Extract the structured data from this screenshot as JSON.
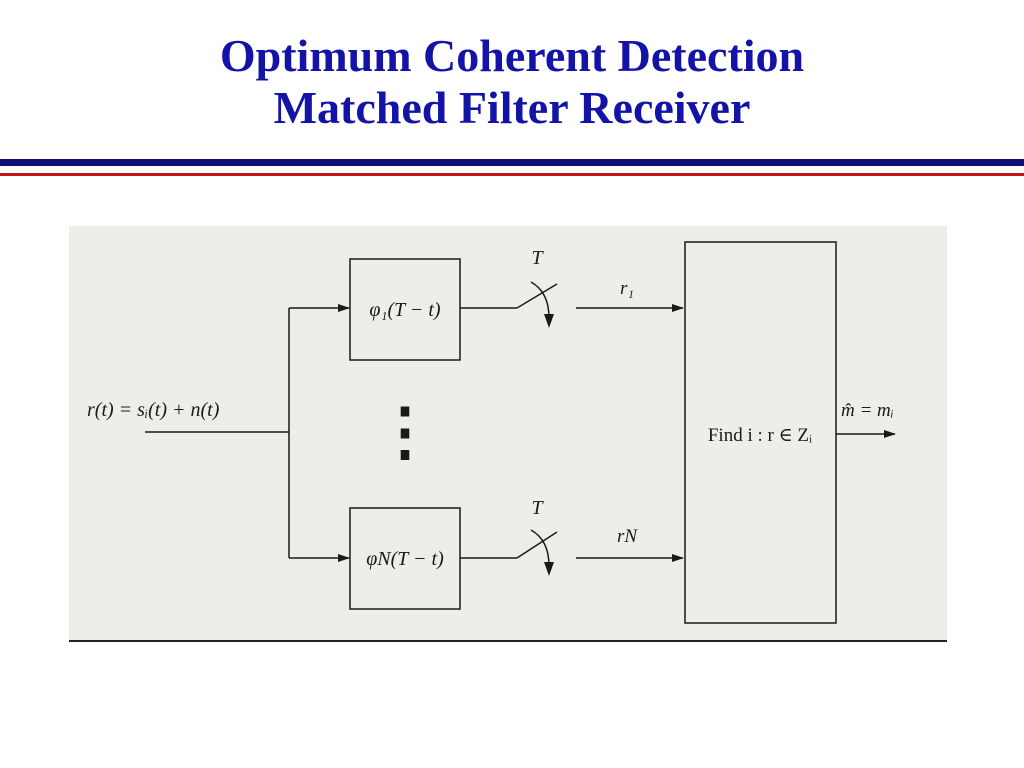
{
  "slide": {
    "title_line1": "Optimum Coherent Detection",
    "title_line2": "Matched Filter Receiver",
    "accent_color": "#1313a8",
    "rule_colors": [
      "#0f0f78",
      "#c01818"
    ]
  },
  "diagram": {
    "input_label": "r(t) = sᵢ(t) + n(t)",
    "filter_top_label": "φ₁(T − t)",
    "filter_bottom_label": "φN(T − t)",
    "sampler_top_label": "T",
    "sampler_bottom_label": "T",
    "output_top_label": "r₁",
    "output_bottom_label": "rN",
    "decision_label": "Find i : r ∈ Zᵢ",
    "output_label": "m̂ = mᵢ",
    "dots": "⋮"
  }
}
